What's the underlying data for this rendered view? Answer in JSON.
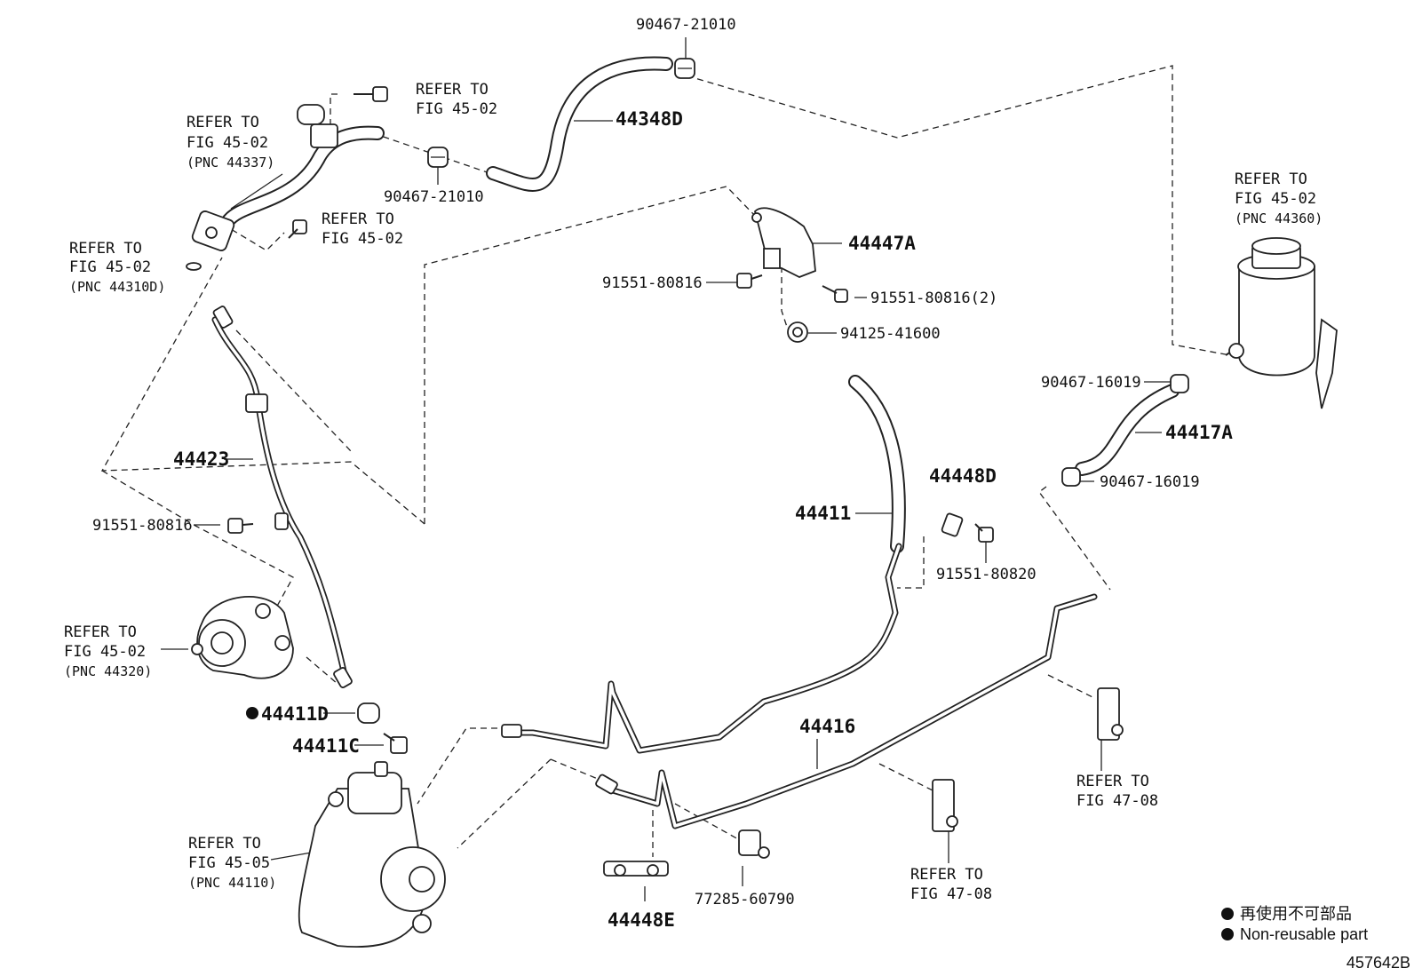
{
  "labels": {
    "p90467_21010_top": "90467-21010",
    "refer_45_02_a_l1": "REFER TO",
    "refer_45_02_a_l2": "FIG 45-02",
    "p44348D": "44348D",
    "refer_45_02_b_l1": "REFER TO",
    "refer_45_02_b_l2": "FIG 45-02",
    "refer_45_02_b_l3": "(PNC 44337)",
    "p90467_21010_mid": "90467-21010",
    "refer_45_02_c_l1": "REFER TO",
    "refer_45_02_c_l2": "FIG 45-02",
    "refer_45_02_d_l1": "REFER TO",
    "refer_45_02_d_l2": "FIG 45-02",
    "refer_45_02_d_l3": "(PNC 44310D)",
    "refer_45_02_e_l1": "REFER TO",
    "refer_45_02_e_l2": "FIG 45-02",
    "refer_45_02_e_l3": "(PNC 44360)",
    "p44447A": "44447A",
    "p91551_80816_a": "91551-80816",
    "p91551_80816_2": "91551-80816(2)",
    "p94125_41600": "94125-41600",
    "p90467_16019_a": "90467-16019",
    "p44417A": "44417A",
    "p90467_16019_b": "90467-16019",
    "p44423": "44423",
    "p44448D": "44448D",
    "p44411": "44411",
    "p91551_80816_b": "91551-80816",
    "p91551_80820": "91551-80820",
    "refer_45_02_f_l1": "REFER TO",
    "refer_45_02_f_l2": "FIG 45-02",
    "refer_45_02_f_l3": "(PNC 44320)",
    "p44411D": "44411D",
    "p44411C": "44411C",
    "p44416": "44416",
    "refer_47_08_a_l1": "REFER TO",
    "refer_47_08_a_l2": "FIG 47-08",
    "refer_45_05_l1": "REFER TO",
    "refer_45_05_l2": "FIG 45-05",
    "refer_45_05_l3": "(PNC 44110)",
    "refer_47_08_b_l1": "REFER TO",
    "refer_47_08_b_l2": "FIG 47-08",
    "p77285_60790": "77285-60790",
    "p44448E": "44448E"
  },
  "legend": {
    "japanese": "再使用不可部品",
    "english": "Non-reusable part"
  },
  "figure_id": "457642B"
}
